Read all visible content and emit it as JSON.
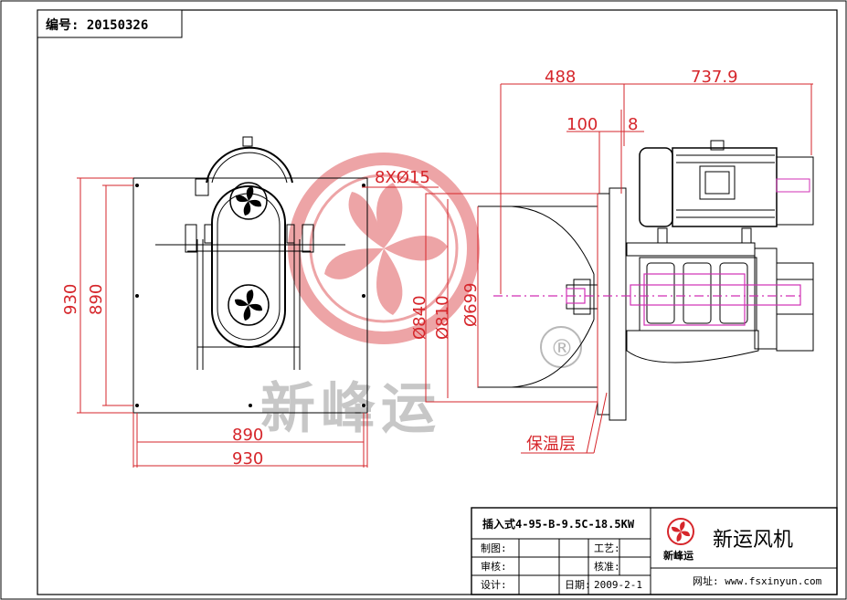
{
  "drawing_code": "编号: 20150326",
  "dimensions": {
    "top_width_1": "488",
    "top_width_2": "737.9",
    "offset_100": "100",
    "offset_8": "8",
    "holes": "8XØ15",
    "height_930": "930",
    "height_890": "890",
    "dia_840": "Ø840",
    "dia_810": "Ø810",
    "dia_699": "Ø699",
    "width_890": "890",
    "width_930": "930"
  },
  "insulation_label": "保温层",
  "watermark_text": "新峰运",
  "registered_mark": "®",
  "title_block": {
    "model": "插入式4-95-B-9.5C-18.5KW",
    "rows": [
      {
        "left": "制图:",
        "mid": "工艺:"
      },
      {
        "left": "审核:",
        "mid": "核准:"
      },
      {
        "left": "设计:",
        "mid": "日期:",
        "date": "2009-2-1"
      }
    ],
    "logo_text": "新峰运",
    "company": "新运风机",
    "website": "网址: www.fsxinyun.com"
  },
  "colors": {
    "dimension_red": "#d6262b",
    "magenta": "#d02fb4",
    "line": "#000000"
  }
}
